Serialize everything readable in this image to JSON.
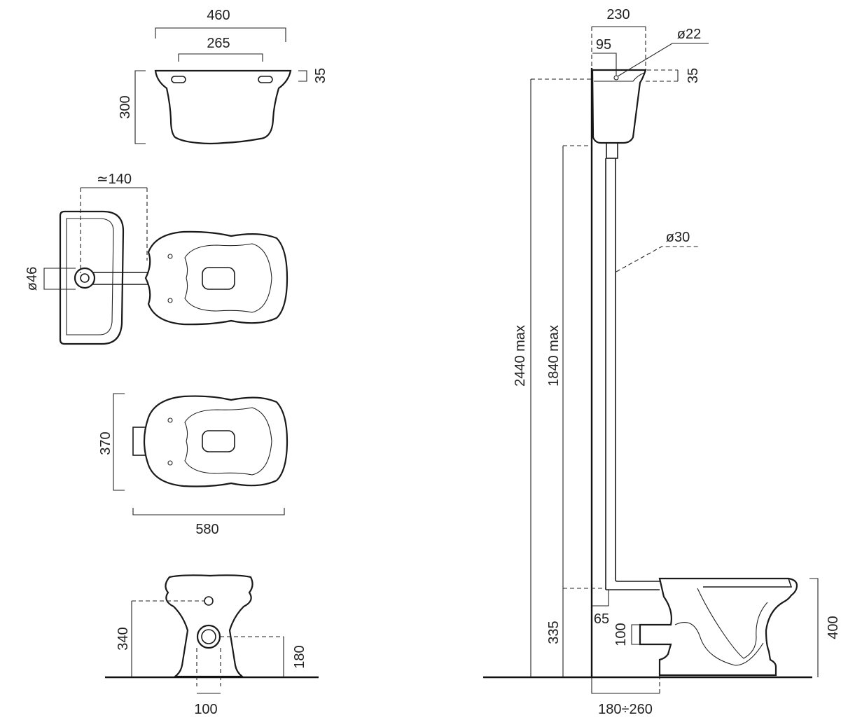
{
  "colors": {
    "line": "#1a1a1a",
    "background": "#ffffff",
    "text": "#222222"
  },
  "cistern_top": {
    "width": "460",
    "hole_spacing": "265",
    "depth": "300",
    "rim": "35"
  },
  "plan": {
    "offset": "≃140",
    "outlet_diameter": "ø46"
  },
  "bowl_top": {
    "width": "370",
    "length": "580"
  },
  "bowl_back": {
    "inlet_height": "340",
    "outlet_height": "180",
    "outlet_width": "100"
  },
  "side": {
    "cistern_width": "230",
    "screw_offset": "95",
    "inlet_diameter": "ø22",
    "cistern_rim": "35",
    "pipe_diameter": "ø30",
    "max_cistern_height": "2440  max",
    "max_outlet_height": "1840  max",
    "connector_height": "335",
    "connector_offset": "65",
    "outlet_size": "100",
    "bowl_height": "400",
    "wall_distance": "180÷260"
  }
}
